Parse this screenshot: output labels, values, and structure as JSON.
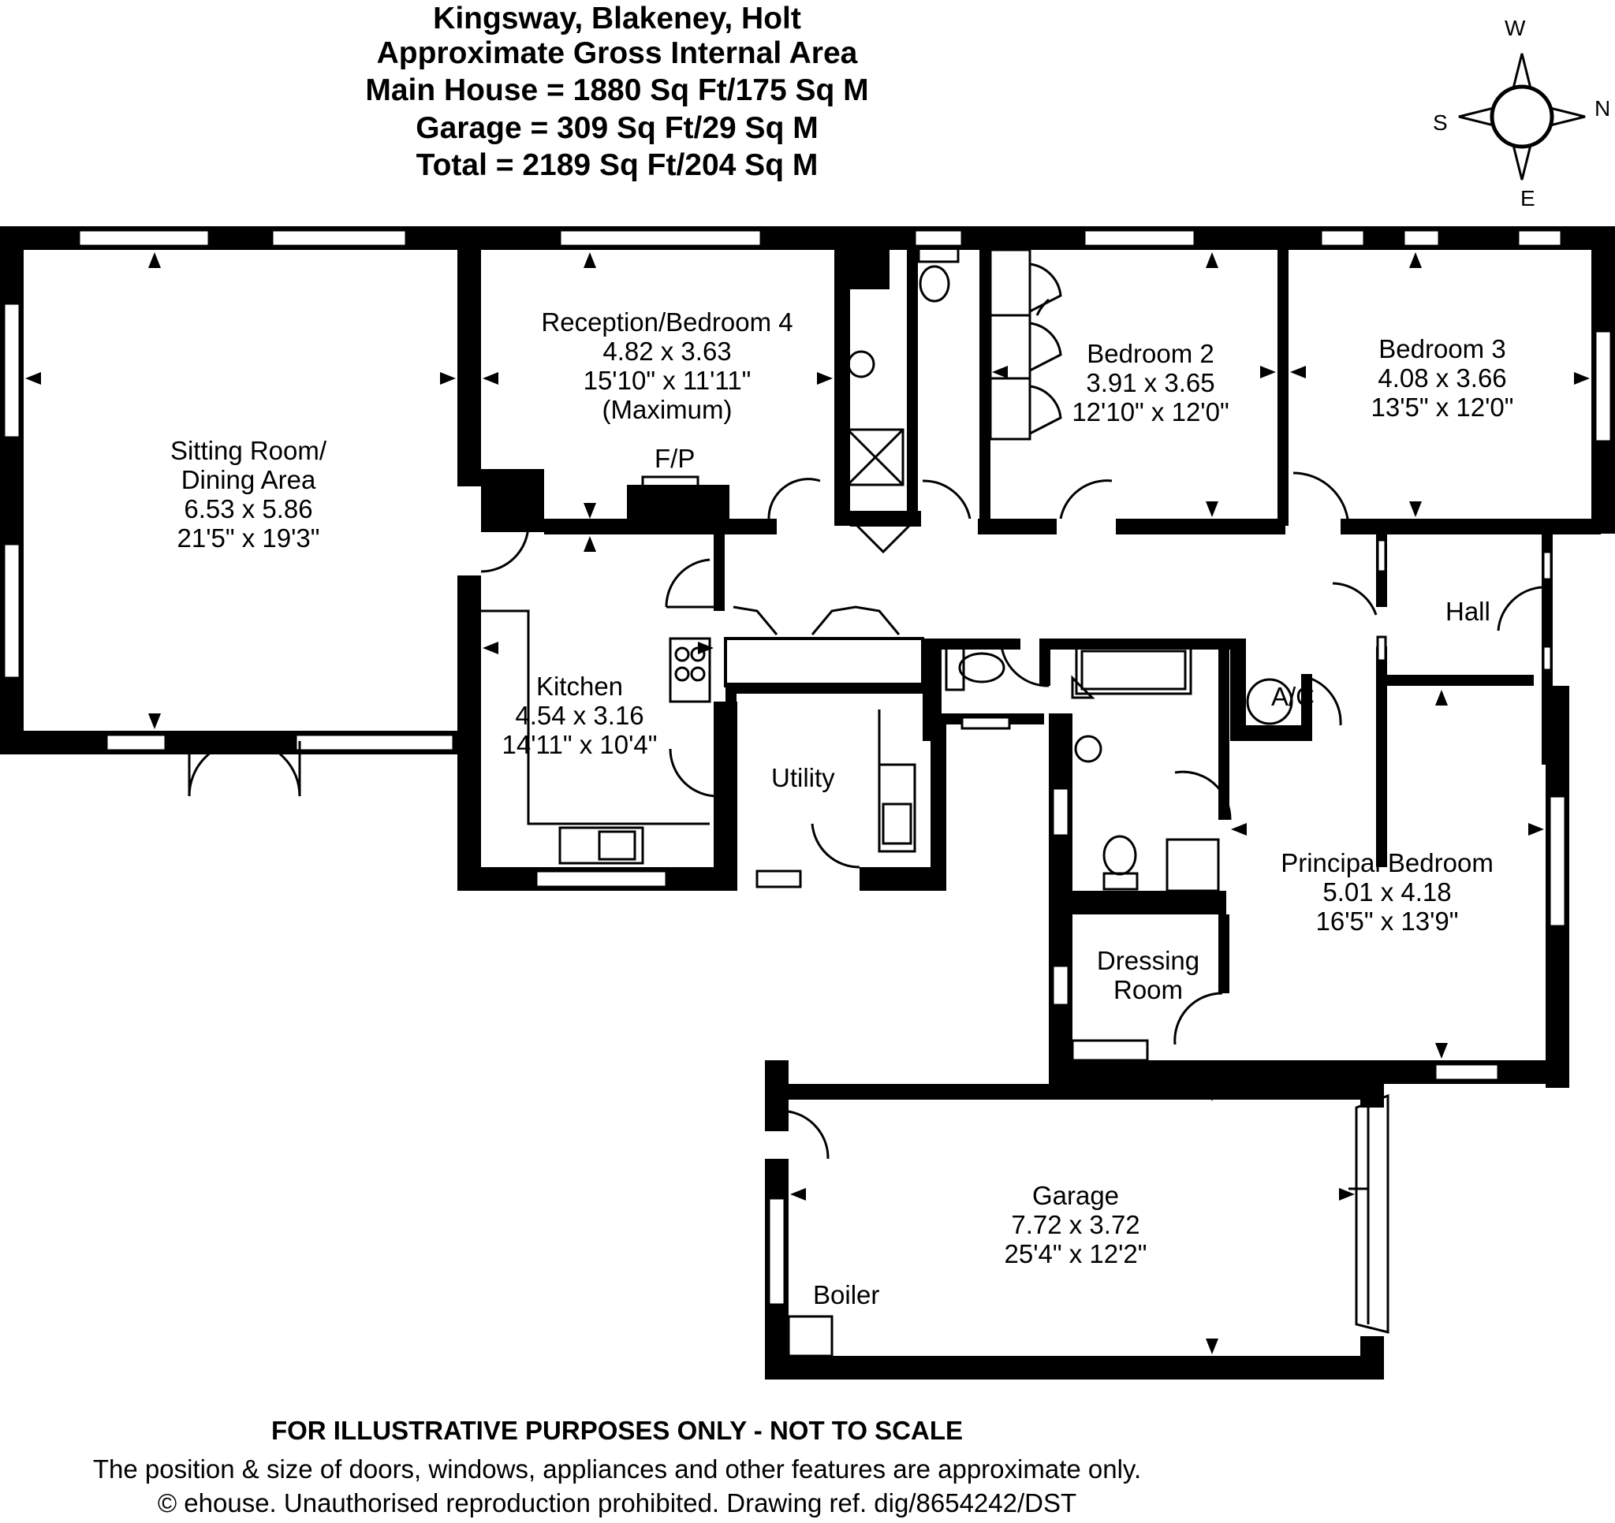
{
  "header": {
    "line1": "Kingsway, Blakeney, Holt",
    "line2": "Approximate Gross Internal Area",
    "line3": "Main House = 1880 Sq Ft/175 Sq M",
    "line4": "Garage = 309 Sq Ft/29 Sq M",
    "line5": "Total = 2189 Sq Ft/204 Sq M"
  },
  "compass": {
    "w": "W",
    "s": "S",
    "n": "N",
    "e": "E"
  },
  "rooms": {
    "sitting": {
      "name1": "Sitting Room/",
      "name2": "Dining Area",
      "metric": "6.53 x 5.86",
      "imperial": "21'5\" x 19'3\""
    },
    "reception": {
      "name": "Reception/Bedroom 4",
      "metric": "4.82 x 3.63",
      "imperial": "15'10\" x 11'11\"",
      "note": "(Maximum)"
    },
    "bedroom2": {
      "name": "Bedroom 2",
      "metric": "3.91 x 3.65",
      "imperial": "12'10\" x 12'0\""
    },
    "bedroom3": {
      "name": "Bedroom 3",
      "metric": "4.08 x 3.66",
      "imperial": "13'5\" x 12'0\""
    },
    "kitchen": {
      "name": "Kitchen",
      "metric": "4.54 x 3.16",
      "imperial": "14'11\" x 10'4\""
    },
    "utility": {
      "name": "Utility"
    },
    "hall": {
      "name": "Hall"
    },
    "principal": {
      "name": "Principal Bedroom",
      "metric": "5.01 x 4.18",
      "imperial": "16'5\" x 13'9\""
    },
    "dressing": {
      "name1": "Dressing",
      "name2": "Room"
    },
    "garage": {
      "name": "Garage",
      "metric": "7.72 x 3.72",
      "imperial": "25'4\" x 12'2\""
    }
  },
  "labels": {
    "fp": "F/P",
    "ac": "A/C",
    "boiler": "Boiler"
  },
  "footer": {
    "line1": "FOR ILLUSTRATIVE PURPOSES ONLY - NOT TO SCALE",
    "line2": "The position & size of doors, windows, appliances and other features are approximate only.",
    "line3": "© ehouse. Unauthorised reproduction prohibited. Drawing ref. dig/8654242/DST"
  }
}
